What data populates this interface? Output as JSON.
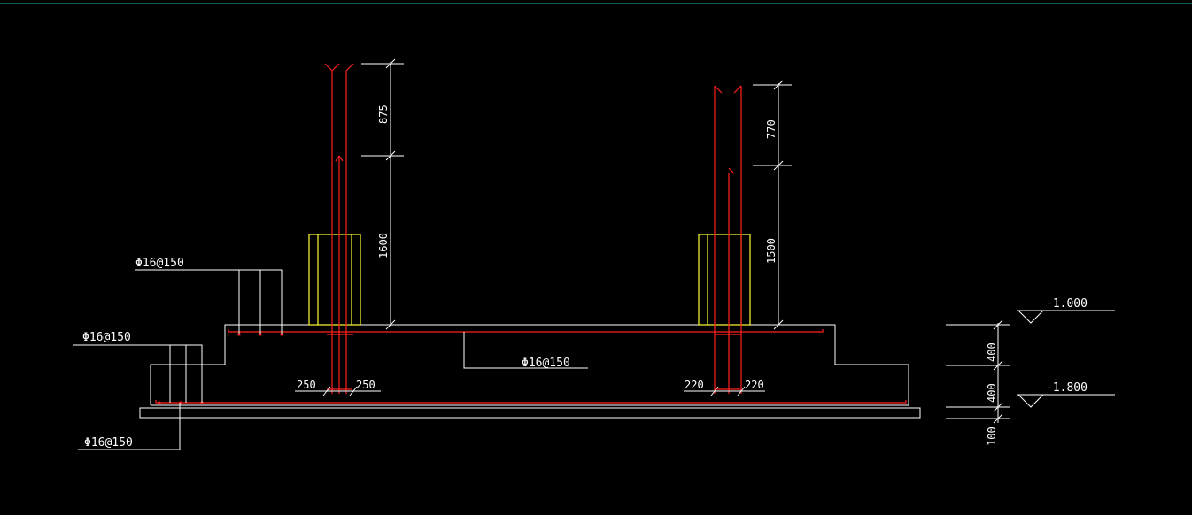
{
  "colors": {
    "background": "#000000",
    "top_border": "#2fb3b3",
    "outline": "#ffffff",
    "rebar": "#ff2020",
    "column": "#ffff33",
    "text": "#ffffff"
  },
  "labels": {
    "rebar_upper_left": "Φ16@150",
    "rebar_lower_left": "Φ16@150",
    "rebar_bottom": "Φ16@150",
    "rebar_center": "Φ16@150"
  },
  "dimensions": {
    "left_column_top": "875",
    "left_column_mid": "1600",
    "right_column_top": "770",
    "right_column_mid": "1500",
    "left_offset_a": "250",
    "left_offset_b": "250",
    "right_offset_a": "220",
    "right_offset_b": "220",
    "depth_upper": "400",
    "depth_lower": "400",
    "depth_base": "100"
  },
  "elevations": {
    "upper": "-1.000",
    "lower": "-1.800"
  }
}
